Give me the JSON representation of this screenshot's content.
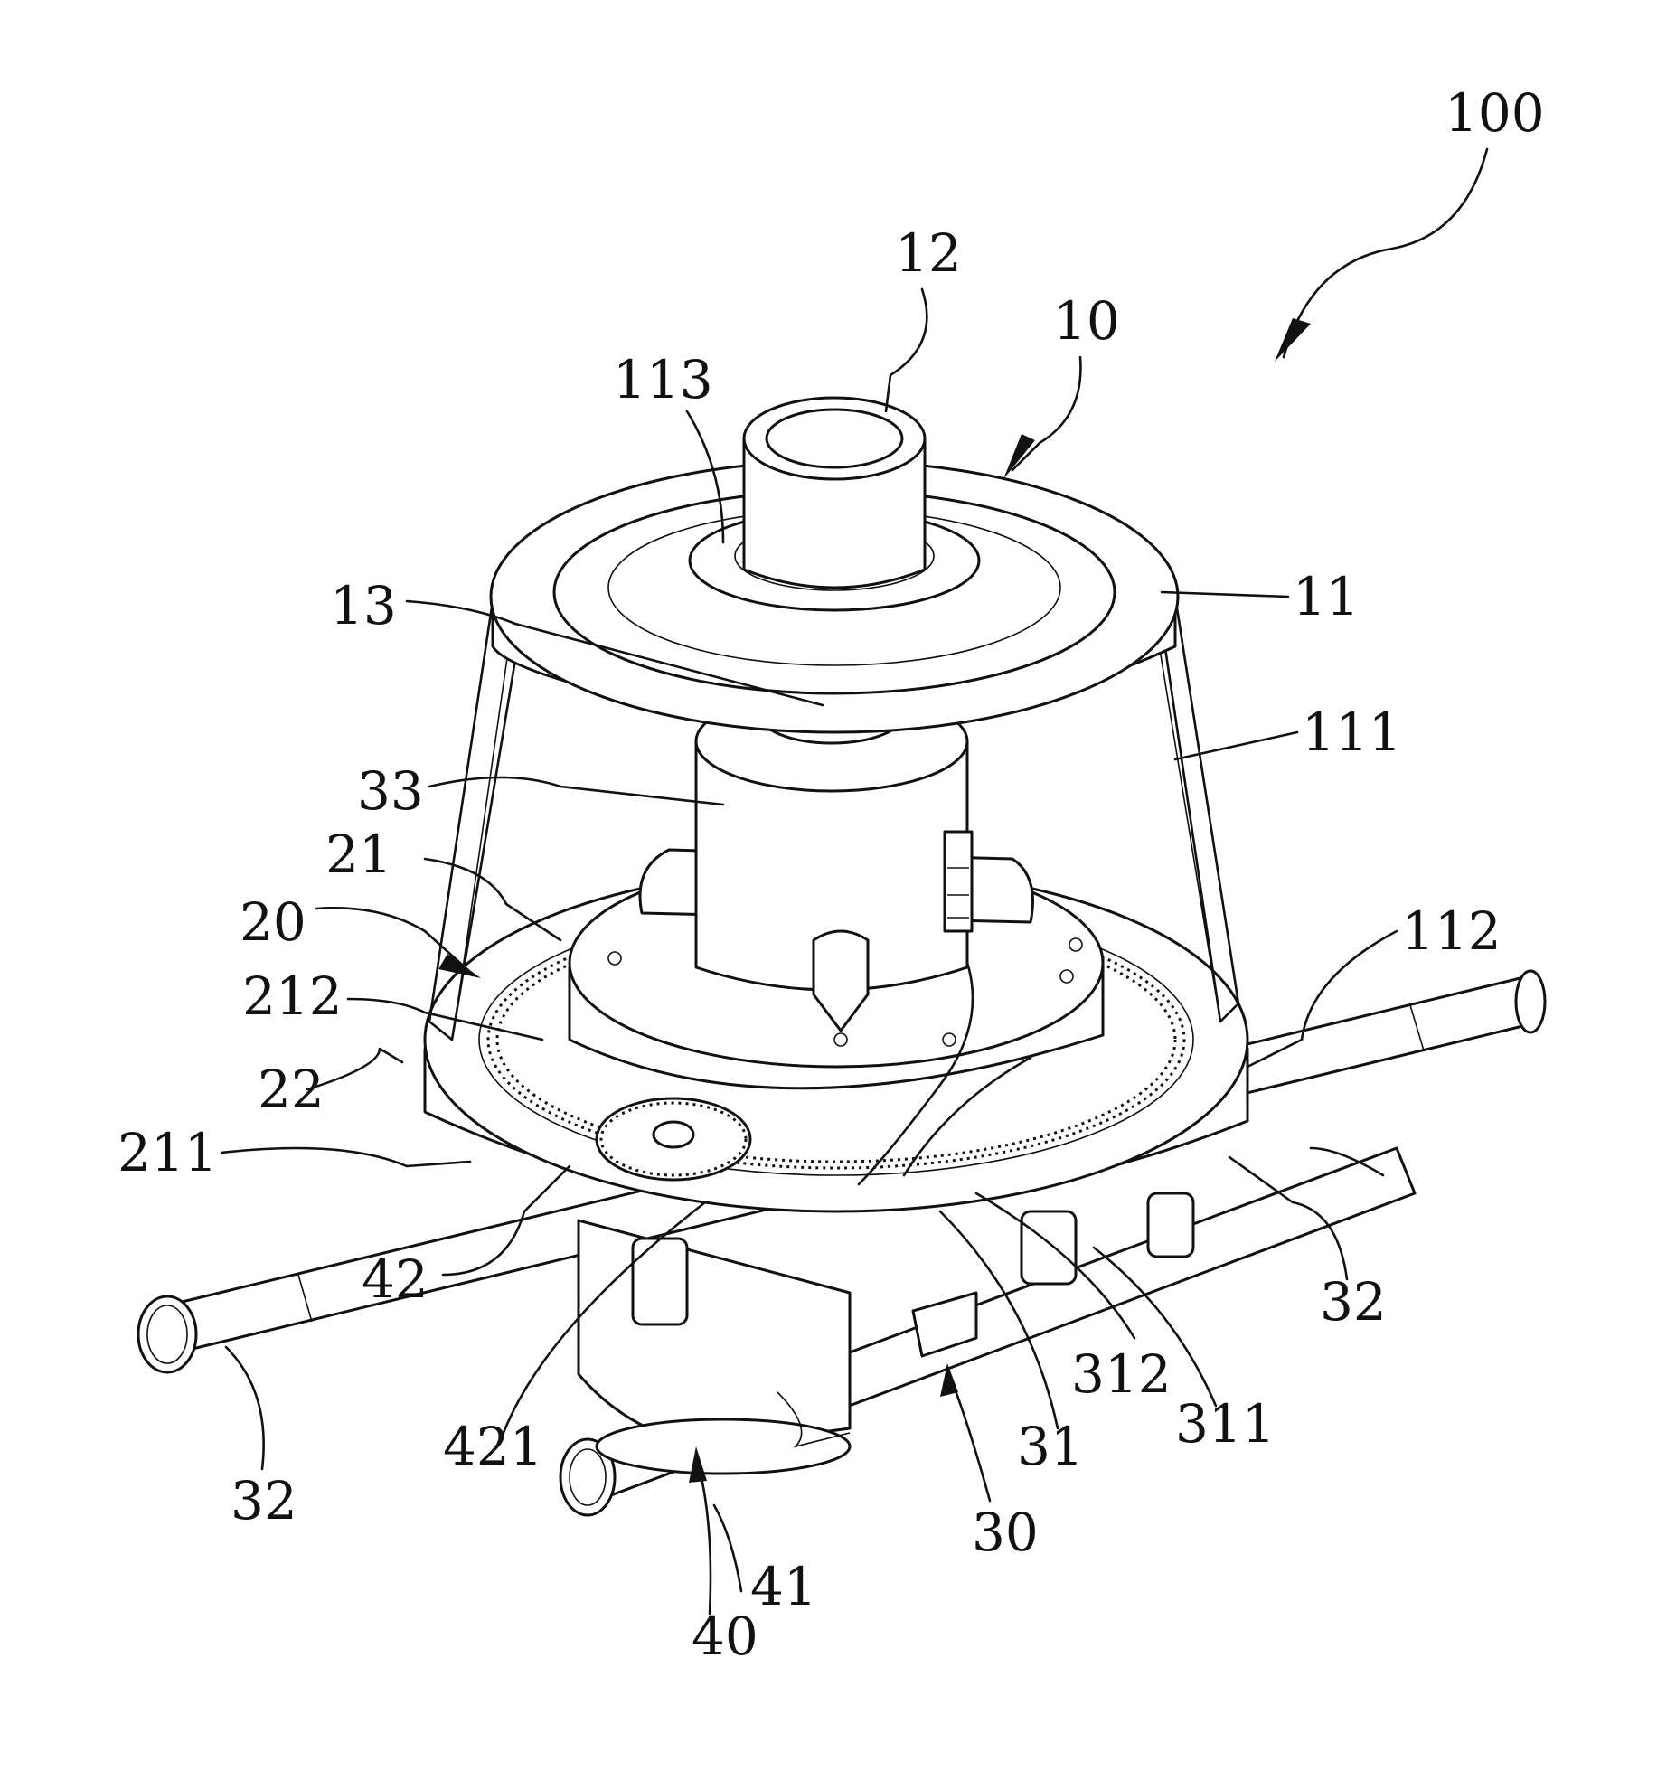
{
  "figure": {
    "ref_assembly": "100",
    "labels": {
      "l100": "100",
      "l12": "12",
      "l10": "10",
      "l113": "113",
      "l13": "13",
      "l11": "11",
      "l111": "111",
      "l33": "33",
      "l21": "21",
      "l20": "20",
      "l212": "212",
      "l112": "112",
      "l22": "22",
      "l211": "211",
      "l42": "42",
      "l32_right": "32",
      "l312": "312",
      "l421": "421",
      "l31": "31",
      "l311": "311",
      "l32_left": "32",
      "l30": "30",
      "l41": "41",
      "l40": "40"
    }
  }
}
